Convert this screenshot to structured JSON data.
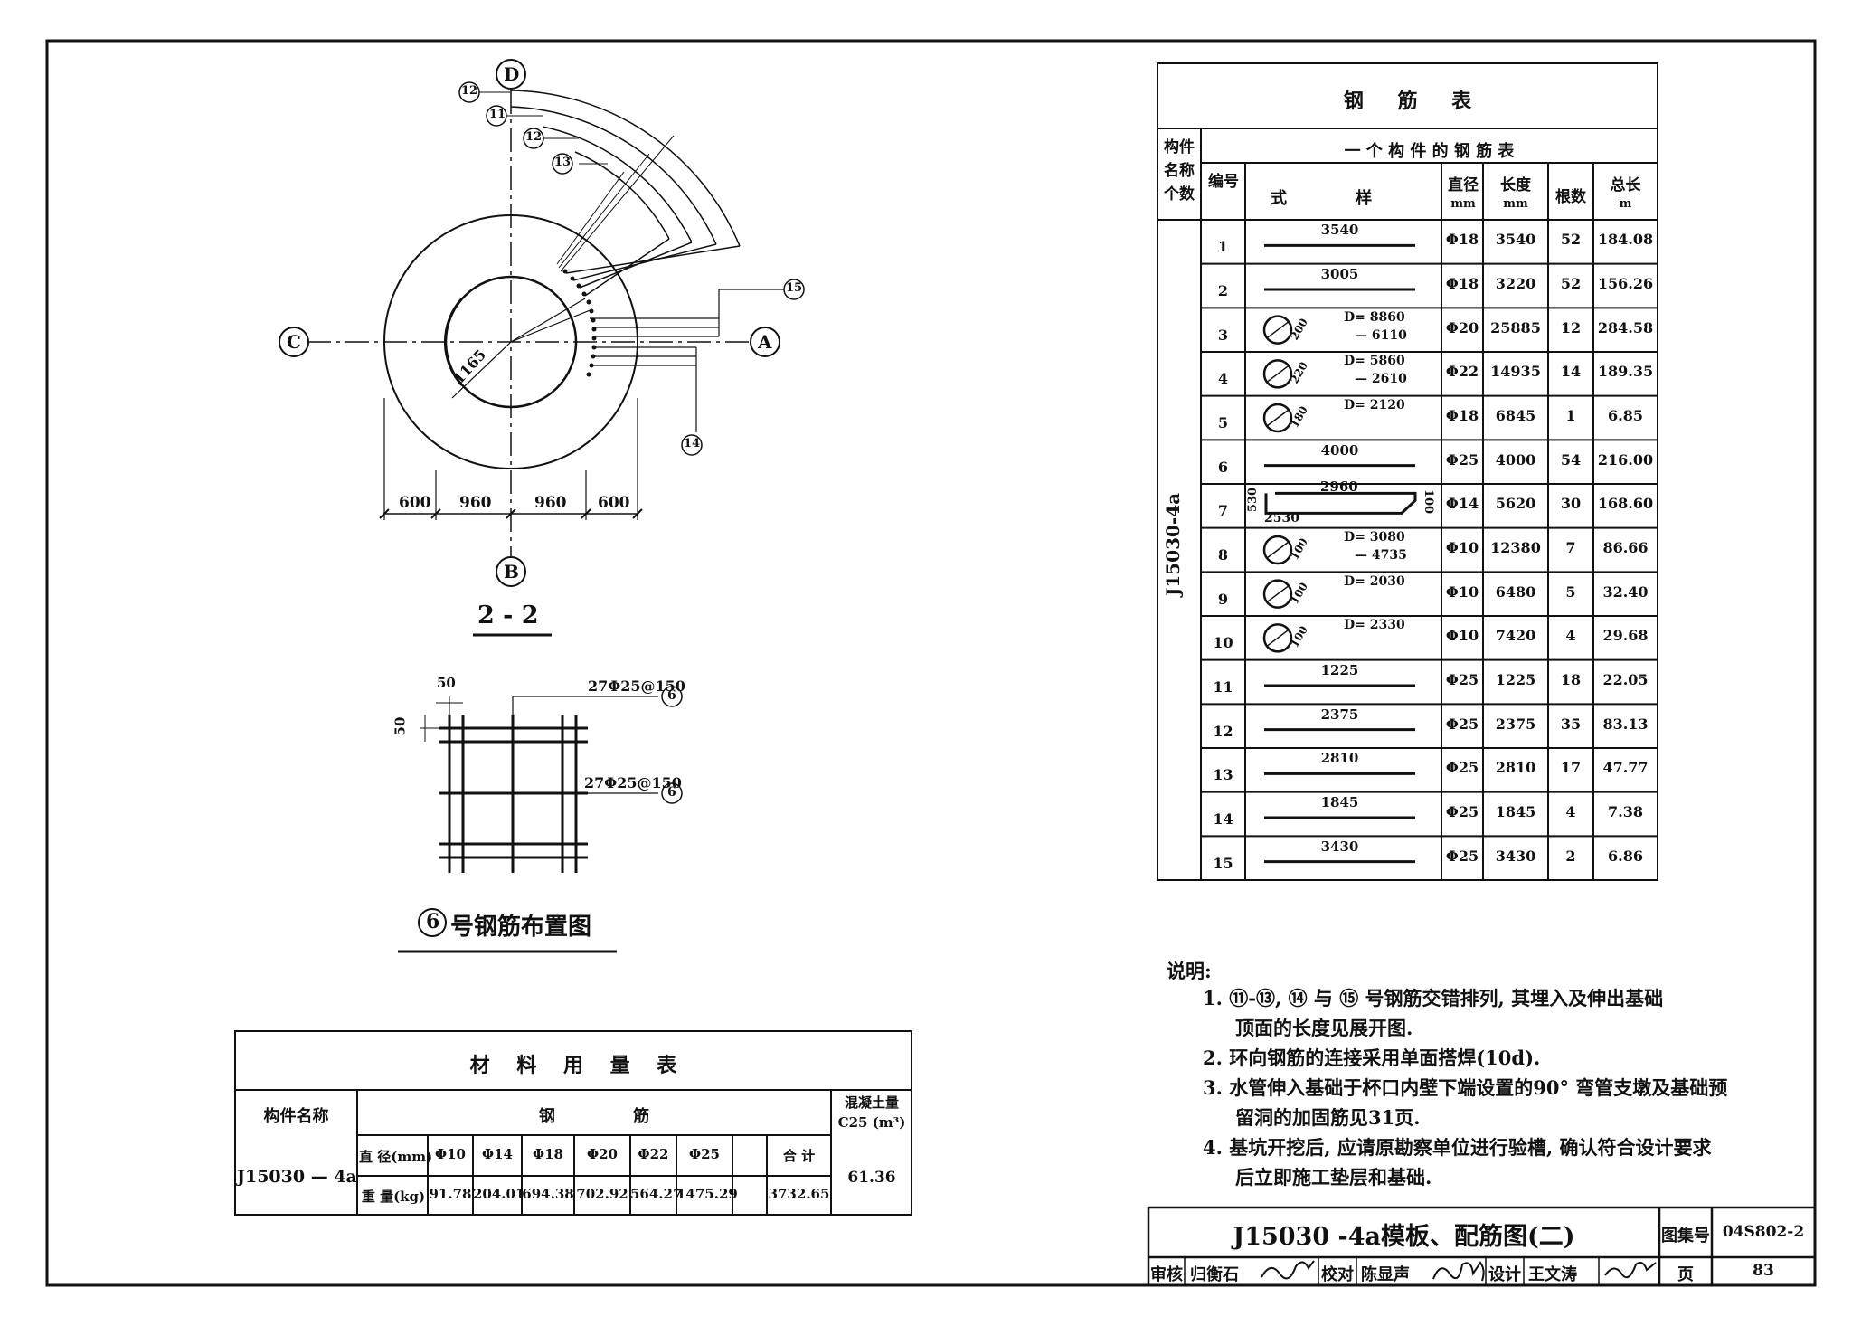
{
  "plan": {
    "axis_labels": {
      "top": "D",
      "left": "C",
      "right": "A",
      "bottom": "B"
    },
    "callouts": [
      "12",
      "11",
      "12",
      "13",
      "15",
      "14"
    ],
    "radius_dim": "1165",
    "dims": [
      "600",
      "960",
      "960",
      "600"
    ],
    "title": "2 - 2"
  },
  "layout6": {
    "dim_top": "50",
    "dim_left": "50",
    "label_top": "27Φ25@150",
    "label_mid": "27Φ25@150",
    "callout": "6",
    "title_num": "6",
    "title_text": "号钢筋布置图"
  },
  "rebar_table": {
    "title": "钢 筋 表",
    "col_member": "构件名称个数",
    "col_member_lines": [
      "构件",
      "名称",
      "个数"
    ],
    "sub_title": "一 个 构 件 的 钢 筋 表",
    "headers": {
      "no": "编号",
      "shape": "式 样",
      "dia": "直径",
      "dia_unit": "mm",
      "len": "长度",
      "len_unit": "mm",
      "count": "根数",
      "total": "总长",
      "total_unit": "m"
    },
    "member": "J15030-4a",
    "rows": [
      {
        "no": "1",
        "shape": "3540",
        "type": "bar",
        "dia": "Φ18",
        "len": "3540",
        "count": "52",
        "total": "184.08"
      },
      {
        "no": "2",
        "shape": "3005",
        "type": "bar",
        "dia": "Φ18",
        "len": "3220",
        "count": "52",
        "total": "156.26"
      },
      {
        "no": "3",
        "type": "ring",
        "ring_label": "200",
        "d1": "D= 8860",
        "d2": "— 6110",
        "dia": "Φ20",
        "len": "25885",
        "count": "12",
        "total": "284.58"
      },
      {
        "no": "4",
        "type": "ring",
        "ring_label": "220",
        "d1": "D= 5860",
        "d2": "— 2610",
        "dia": "Φ22",
        "len": "14935",
        "count": "14",
        "total": "189.35"
      },
      {
        "no": "5",
        "type": "ring",
        "ring_label": "180",
        "d1": "D= 2120",
        "d2": "",
        "dia": "Φ18",
        "len": "6845",
        "count": "1",
        "total": "6.85"
      },
      {
        "no": "6",
        "shape": "4000",
        "type": "bar",
        "dia": "Φ25",
        "len": "4000",
        "count": "54",
        "total": "216.00"
      },
      {
        "no": "7",
        "type": "bent",
        "b_left": "530",
        "b_top": "2960",
        "b_bottom": "2530",
        "b_right": "100",
        "dia": "Φ14",
        "len": "5620",
        "count": "30",
        "total": "168.60"
      },
      {
        "no": "8",
        "type": "ring",
        "ring_label": "100",
        "d1": "D= 3080",
        "d2": "— 4735",
        "dia": "Φ10",
        "len": "12380",
        "count": "7",
        "total": "86.66"
      },
      {
        "no": "9",
        "type": "ring",
        "ring_label": "100",
        "d1": "D= 2030",
        "d2": "",
        "dia": "Φ10",
        "len": "6480",
        "count": "5",
        "total": "32.40"
      },
      {
        "no": "10",
        "type": "ring",
        "ring_label": "100",
        "d1": "D= 2330",
        "d2": "",
        "dia": "Φ10",
        "len": "7420",
        "count": "4",
        "total": "29.68"
      },
      {
        "no": "11",
        "shape": "1225",
        "type": "bar",
        "dia": "Φ25",
        "len": "1225",
        "count": "18",
        "total": "22.05"
      },
      {
        "no": "12",
        "shape": "2375",
        "type": "bar",
        "dia": "Φ25",
        "len": "2375",
        "count": "35",
        "total": "83.13"
      },
      {
        "no": "13",
        "shape": "2810",
        "type": "bar",
        "dia": "Φ25",
        "len": "2810",
        "count": "17",
        "total": "47.77"
      },
      {
        "no": "14",
        "shape": "1845",
        "type": "bar",
        "dia": "Φ25",
        "len": "1845",
        "count": "4",
        "total": "7.38"
      },
      {
        "no": "15",
        "shape": "3430",
        "type": "bar",
        "dia": "Φ25",
        "len": "3430",
        "count": "2",
        "total": "6.86"
      }
    ]
  },
  "material_table": {
    "title": "材 料 用 量 表",
    "h_member": "构件名称",
    "h_steel": "钢 筋",
    "h_concrete": "混凝土量 C25 (m³)",
    "member": "J15030 — 4a",
    "row_dia_label": "直 径(mm)",
    "row_weight_label": "重 量(kg)",
    "dias": [
      "Φ10",
      "Φ14",
      "Φ18",
      "Φ20",
      "Φ22",
      "Φ25",
      "",
      "合 计"
    ],
    "weights": [
      "91.78",
      "204.01",
      "694.38",
      "702.92",
      "564.27",
      "1475.29",
      "",
      "3732.65"
    ],
    "concrete": "61.36"
  },
  "notes": {
    "heading": "说明:",
    "items": [
      "1. ⑪-⑬, ⑭ 与 ⑮ 号钢筋交错排列, 其埋入及伸出基础",
      "顶面的长度见展开图.",
      "2. 环向钢筋的连接采用单面搭焊(10d).",
      "3. 水管伸入基础于杯口内壁下端设置的90° 弯管支墩及基础预",
      "留洞的加固筋见31页.",
      "4. 基坑开挖后, 应请原勘察单位进行验槽, 确认符合设计要求",
      "后立即施工垫层和基础."
    ]
  },
  "title_block": {
    "drawing_title": "J15030 -4a模板、配筋图(二)",
    "set_no_label": "图集号",
    "set_no": "04S802-2",
    "review_label": "审核",
    "review_name": "归衡石",
    "check_label": "校对",
    "check_name": "陈显声",
    "design_label": "设计",
    "design_name": "王文涛",
    "page_label": "页",
    "page_no": "83"
  }
}
